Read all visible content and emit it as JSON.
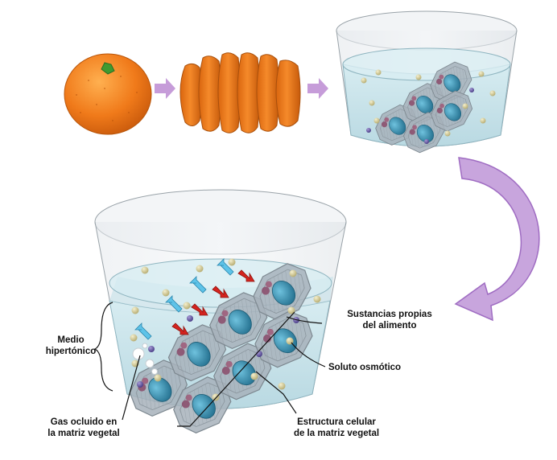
{
  "labels": {
    "medio_hipertonico": [
      "Medio",
      "hipertónico"
    ],
    "gas_ocluido": [
      "Gas ocluido en",
      "la matriz vegetal"
    ],
    "sustancias_propias": [
      "Sustancias propias",
      "del alimento"
    ],
    "soluto_osmotico": "Soluto osmótico",
    "estructura_celular": [
      "Estructura celular",
      "de la matriz vegetal"
    ]
  },
  "icons": [
    "orange-fruit-icon",
    "orange-slices-icon",
    "process-arrow-icon",
    "curved-arrow-icon",
    "water-influx-arrow-icon",
    "solute-efflux-arrow-icon"
  ],
  "colors": {
    "orange": "#f07a1a",
    "process_arrow": "#c69cd9",
    "curved_arrow": "#b57fd0",
    "solution": "#cfe6ec",
    "water_arrow": "#5ec3e8",
    "solute_arrow": "#d4231e",
    "solute_particle": "#d9d2a0",
    "food_substance": "#6e62a8",
    "cell_nucleus": "#3b8fb0"
  }
}
